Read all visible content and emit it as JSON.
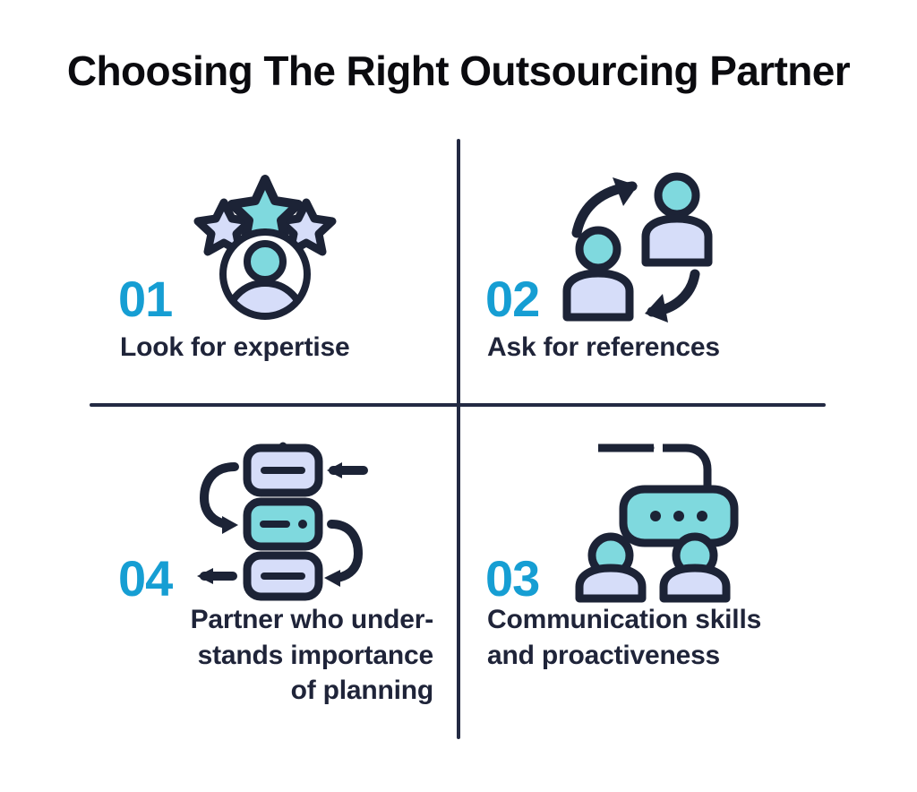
{
  "title": "Choosing The Right Outsourcing Partner",
  "colors": {
    "accent_number": "#169ed3",
    "text_dark": "#1f2439",
    "title_black": "#0b0b0f",
    "teal_fill": "#7fd9de",
    "lavender_fill": "#d6ddf9",
    "outline": "#1c2336",
    "background": "#ffffff",
    "divider": "#232a43"
  },
  "quadrants": [
    {
      "number": "01",
      "icon": "person-with-stars-icon",
      "caption_lines": [
        "Look for expertise"
      ],
      "align": "left"
    },
    {
      "number": "02",
      "icon": "two-people-exchange-arrows-icon",
      "caption_lines": [
        "Ask for references"
      ],
      "align": "left"
    },
    {
      "number": "03",
      "icon": "two-people-speech-bubbles-icon",
      "caption_lines": [
        "Communication skills",
        "and proactiveness"
      ],
      "align": "left"
    },
    {
      "number": "04",
      "icon": "workflow-cards-arrows-icon",
      "caption_lines": [
        "Partner who under-",
        "stands importance",
        "of planning"
      ],
      "align": "right"
    }
  ]
}
